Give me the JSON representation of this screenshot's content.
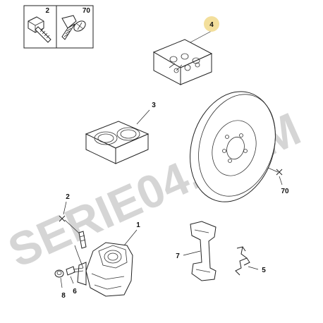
{
  "header_boxes": [
    {
      "label": "2",
      "icon": "hex-bolt-icon"
    },
    {
      "label": "70",
      "icon": "countersunk-screw-icon"
    }
  ],
  "callouts": {
    "p4": "4",
    "p3": "3",
    "p70": "70",
    "p2": "2",
    "p1": "1",
    "p7": "7",
    "p5": "5",
    "p6": "6",
    "p8": "8"
  },
  "watermark": "SERIE04.COM",
  "colors": {
    "highlight_circle": "#f3df9c",
    "watermark": "#b4b4b4",
    "line": "#222222"
  }
}
